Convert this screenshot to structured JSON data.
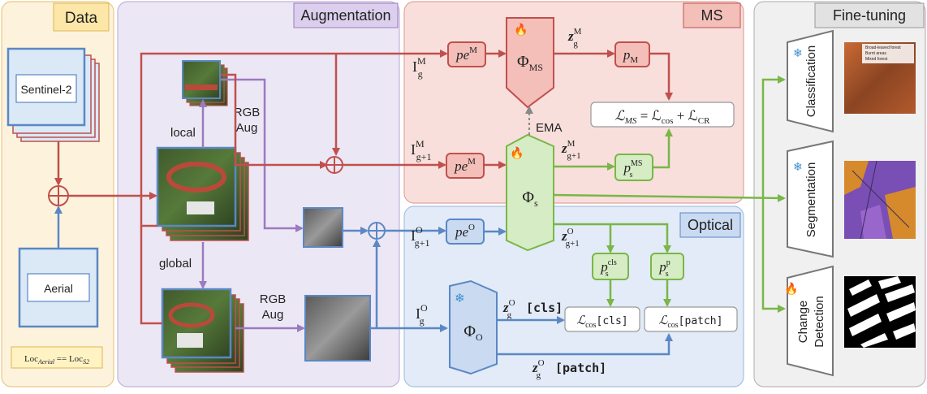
{
  "panels": {
    "data": "Data",
    "augmentation": "Augmentation",
    "ms": "MS",
    "optical": "Optical",
    "finetuning": "Fine-tuning"
  },
  "data_panel": {
    "sentinel_label": "Sentinel-2",
    "aerial_label": "Aerial",
    "loc_eq_left": "Loc",
    "loc_eq_left_sub": "Aerial",
    "loc_eq_mid": " == Loc",
    "loc_eq_right_sub": "S2"
  },
  "augmentation": {
    "local": "local",
    "global": "global",
    "rgb_aug_top_1": "RGB",
    "rgb_aug_top_2": "Aug",
    "rgb_aug_bottom_1": "RGB",
    "rgb_aug_bottom_2": "Aug"
  },
  "ms_panel": {
    "I_gM": "I",
    "I_gM_sup": "M",
    "I_gM_sub": "g",
    "pe_top": "pe",
    "pe_top_sup": "M",
    "phi_ms": "Φ",
    "phi_ms_sub": "MS",
    "z_gM": "z",
    "z_gM_sup": "M",
    "z_gM_sub": "g",
    "p_M": "p",
    "p_M_sub": "M",
    "loss": "ℒ",
    "loss_sub": "MS",
    "loss_eq": " = ℒ",
    "loss_cos_sub": "cos",
    "loss_plus": " + ℒ",
    "loss_cr_sub": "CR",
    "ema": "EMA",
    "I_g1M": "I",
    "I_g1M_sup": "M",
    "I_g1M_sub": "g+1",
    "pe_mid": "pe",
    "pe_mid_sup": "M",
    "z_g1M": "z",
    "z_g1M_sup": "M",
    "z_g1M_sub": "g+1",
    "p_sMS": "p",
    "p_sMS_sup": "MS",
    "p_sMS_sub": "s"
  },
  "optical_panel": {
    "phi_s": "Φ",
    "phi_s_sub": "s",
    "I_g1O": "I",
    "I_g1O_sup": "O",
    "I_g1O_sub": "g+1",
    "pe_O": "pe",
    "pe_O_sup": "O",
    "z_g1O": "z",
    "z_g1O_sup": "O",
    "z_g1O_sub": "g+1",
    "p_scls": "p",
    "p_scls_sup": "cls",
    "p_scls_sub": "s",
    "p_sp": "p",
    "p_sp_sup": "p",
    "p_sp_sub": "s",
    "I_gO": "I",
    "I_gO_sup": "O",
    "I_gO_sub": "g",
    "phi_o": "Φ",
    "phi_o_sub": "O",
    "z_gO_cls": "z",
    "z_gO_cls_sup": "O",
    "z_gO_cls_sub": "g",
    "cls_token": "[cls]",
    "loss_cls": "ℒ",
    "loss_cls_sub": "cos",
    "loss_cls_token": "[cls]",
    "loss_patch": "ℒ",
    "loss_patch_sub": "cos",
    "loss_patch_token": "[patch]",
    "z_gO_patch": "z",
    "z_gO_patch_sup": "O",
    "z_gO_patch_sub": "g",
    "patch_token": "[patch]"
  },
  "finetuning": {
    "classification": "Classification",
    "segmentation": "Segmentation",
    "change_1": "Change",
    "change_2": "Detection",
    "legend_1": "Broad-leaved forest",
    "legend_2": "Burnt areas",
    "legend_3": "Mixed forest"
  },
  "colors": {
    "ms_red": "#c0504d",
    "optical_blue": "#5b87c5",
    "green": "#7ab648",
    "purple": "#9b7bbf",
    "data_bg": "#fdf3dc",
    "aug_bg": "#ece7f4",
    "ms_bg": "#f8dfdc",
    "opt_bg": "#e2ebf7",
    "ft_bg": "#f0f0f0"
  }
}
